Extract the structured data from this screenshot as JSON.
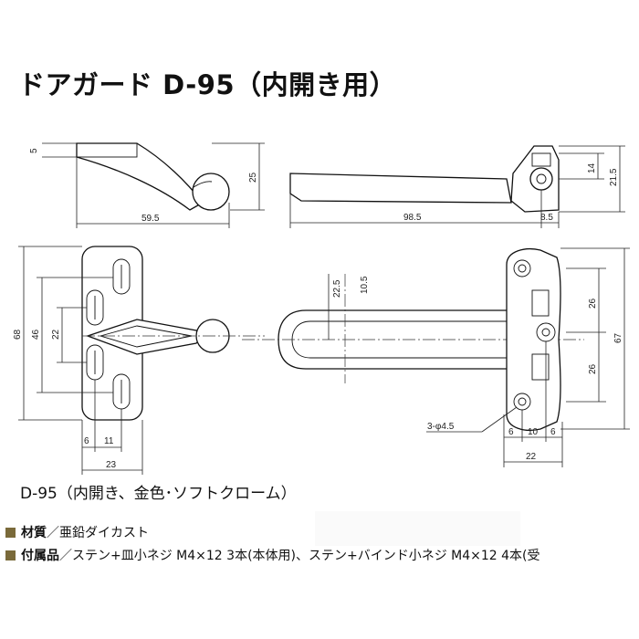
{
  "title": "ドアガード D-95（内開き用）",
  "caption": "D-95（内開き、金色･ソフトクローム）",
  "specs": {
    "material_label": "材質",
    "material_value": "／亜鉛ダイカスト",
    "parts_label": "付属品",
    "parts_value": "／ステン+皿小ネジ M4×12 3本(本体用)、ステン+バインド小ネジ M4×12 4本(受"
  },
  "dimensions": {
    "side_left_thickness": "5",
    "side_left_height": "25",
    "side_left_length": "59.5",
    "side_right_height_inner": "14",
    "side_right_height_outer": "21.5",
    "side_right_length": "98.5",
    "side_right_tail": "8.5",
    "front_left_height_total": "68",
    "front_left_height_mid": "46",
    "front_left_height_inner": "22",
    "front_left_offset_a": "6",
    "front_left_offset_b": "11",
    "front_left_width": "23",
    "front_right_slot_a": "22.5",
    "front_right_slot_b": "10.5",
    "front_right_pitch_upper": "26",
    "front_right_pitch_lower": "26",
    "front_right_height_total": "67",
    "front_right_holes": "3-φ4.5",
    "front_right_offset_a": "6",
    "front_right_offset_b": "10",
    "front_right_offset_c": "6",
    "front_right_width": "22"
  }
}
